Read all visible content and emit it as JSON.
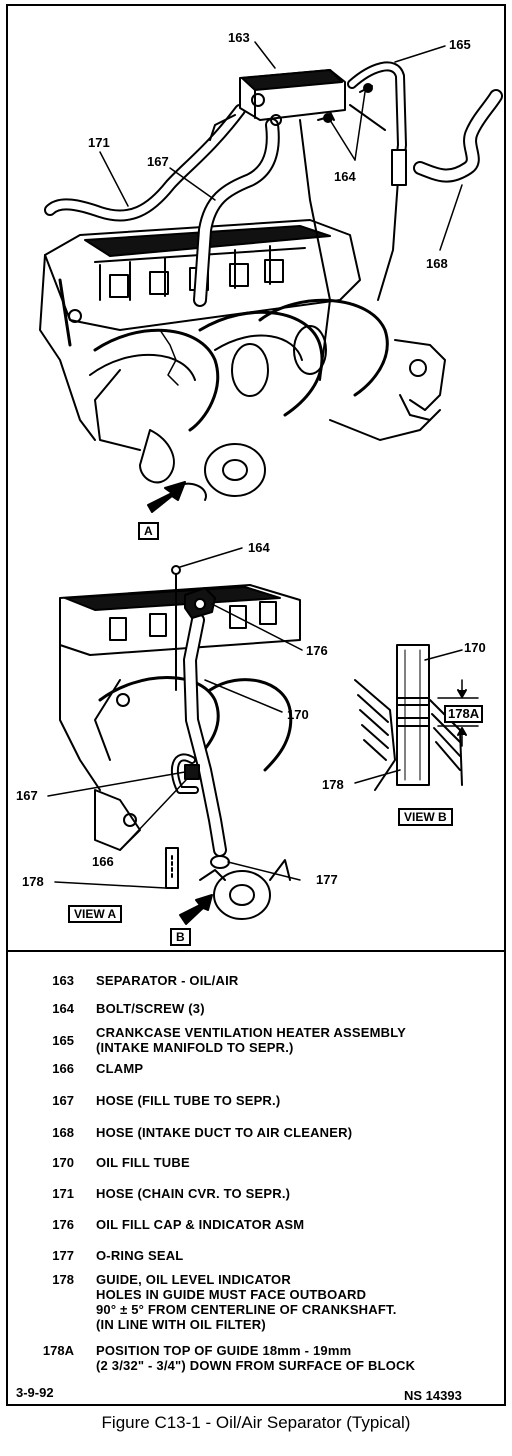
{
  "callouts": {
    "c163": "163",
    "c165": "165",
    "c171": "171",
    "c167_top": "167",
    "c164_top": "164",
    "c168": "168",
    "c164_mid": "164",
    "c176": "176",
    "c170_mid": "170",
    "c170_view": "170",
    "c178a_view": "178A",
    "c178_view": "178",
    "c167_low": "167",
    "c166": "166",
    "c178_low": "178",
    "c177": "177"
  },
  "view_refs": {
    "a": "A",
    "b": "B",
    "view_a": "VIEW A",
    "view_b": "VIEW B"
  },
  "legend": [
    {
      "num": "163",
      "lines": [
        "SEPARATOR - OIL/AIR"
      ]
    },
    {
      "num": "164",
      "lines": [
        "BOLT/SCREW (3)"
      ]
    },
    {
      "num": "165",
      "lines": [
        "CRANKCASE VENTILATION HEATER ASSEMBLY",
        "(INTAKE MANIFOLD TO SEPR.)"
      ]
    },
    {
      "num": "166",
      "lines": [
        "CLAMP"
      ]
    },
    {
      "num": "167",
      "lines": [
        "HOSE (FILL TUBE TO SEPR.)"
      ]
    },
    {
      "num": "168",
      "lines": [
        "HOSE (INTAKE DUCT TO AIR CLEANER)"
      ]
    },
    {
      "num": "170",
      "lines": [
        "OIL FILL TUBE"
      ]
    },
    {
      "num": "171",
      "lines": [
        "HOSE (CHAIN CVR. TO SEPR.)"
      ]
    },
    {
      "num": "176",
      "lines": [
        "OIL FILL CAP & INDICATOR ASM"
      ]
    },
    {
      "num": "177",
      "lines": [
        "O-RING SEAL"
      ]
    },
    {
      "num": "178",
      "lines": [
        "GUIDE, OIL LEVEL INDICATOR",
        "HOLES IN GUIDE MUST FACE OUTBOARD",
        "90° ± 5° FROM CENTERLINE OF CRANKSHAFT.",
        "(IN LINE WITH OIL FILTER)"
      ]
    },
    {
      "num": "178A",
      "lines": [
        "POSITION TOP OF GUIDE 18mm - 19mm",
        "(2 3/32\" - 3/4\") DOWN FROM SURFACE OF BLOCK"
      ]
    }
  ],
  "footer": {
    "date": "3-9-92",
    "ref": "NS 14393"
  },
  "caption": "Figure C13-1 - Oil/Air Separator (Typical)"
}
